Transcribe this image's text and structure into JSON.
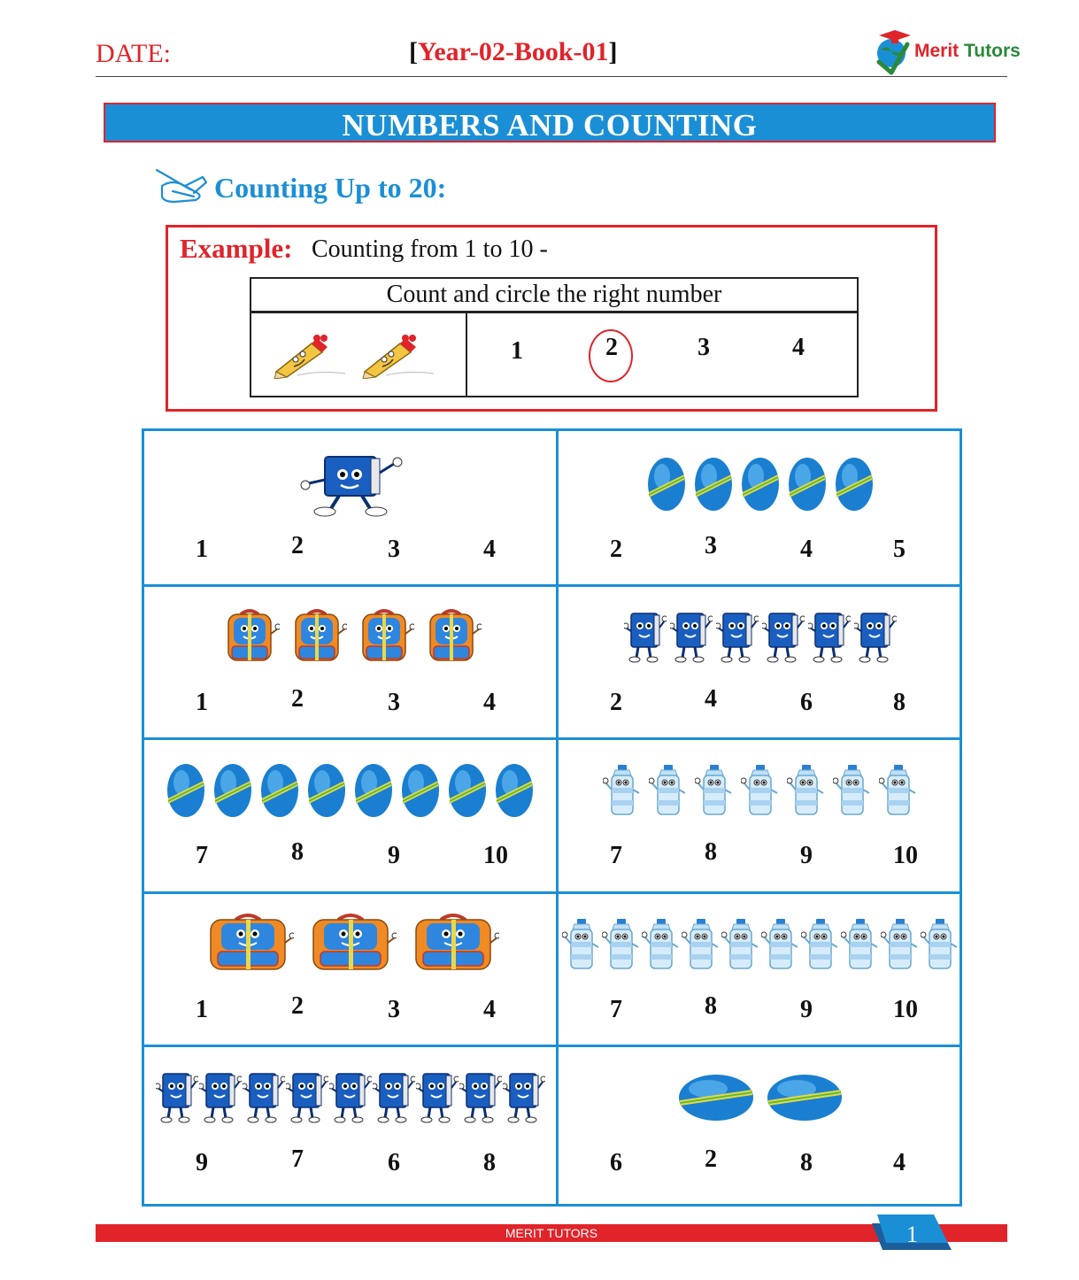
{
  "header": {
    "date_label": "DATE:",
    "book_open": "[",
    "book_code": "Year-02-Book-01",
    "book_close": "]",
    "logo_name_1": "Merit",
    "logo_name_2": "Tutors"
  },
  "banner": {
    "title": "NUMBERS AND COUNTING"
  },
  "section": {
    "heading": "Counting Up to 20:"
  },
  "example": {
    "label": "Example:",
    "text": "Counting from 1 to 10 -",
    "table_header": "Count and circle the right number",
    "picture": "pencil",
    "count": 2,
    "options": [
      "1",
      "2",
      "3",
      "4"
    ],
    "circled": "2"
  },
  "exercises": [
    {
      "picture": "book",
      "count": 1,
      "options": [
        "1",
        "2",
        "3",
        "4"
      ]
    },
    {
      "picture": "egg",
      "count": 5,
      "options": [
        "2",
        "3",
        "4",
        "5"
      ]
    },
    {
      "picture": "backpack",
      "count": 4,
      "options": [
        "1",
        "2",
        "3",
        "4"
      ]
    },
    {
      "picture": "book",
      "count": 6,
      "options": [
        "2",
        "4",
        "6",
        "8"
      ]
    },
    {
      "picture": "egg",
      "count": 8,
      "options": [
        "7",
        "8",
        "9",
        "10"
      ]
    },
    {
      "picture": "bottle",
      "count": 7,
      "options": [
        "7",
        "8",
        "9",
        "10"
      ]
    },
    {
      "picture": "backpack",
      "count": 3,
      "options": [
        "1",
        "2",
        "3",
        "4"
      ]
    },
    {
      "picture": "bottle",
      "count": 10,
      "options": [
        "7",
        "8",
        "9",
        "10"
      ]
    },
    {
      "picture": "book",
      "count": 9,
      "options": [
        "9",
        "7",
        "6",
        "8"
      ]
    },
    {
      "picture": "egg",
      "count": 2,
      "options": [
        "6",
        "2",
        "8",
        "4"
      ]
    }
  ],
  "footer": {
    "brand": "MERIT TUTORS",
    "page": "1"
  },
  "colors": {
    "red": "#e0242a",
    "blue": "#1b8fd6",
    "green": "#2a8a3a"
  }
}
